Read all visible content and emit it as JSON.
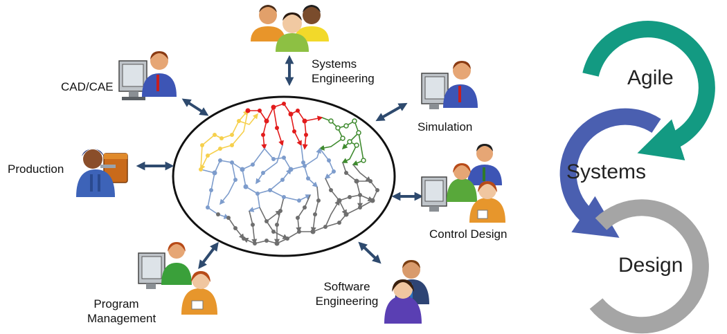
{
  "stakeholders": {
    "systems_engineering": [
      "Systems",
      "Engineering"
    ],
    "cad_cae": "CAD/CAE",
    "simulation": "Simulation",
    "production": "Production",
    "control_design": "Control Design",
    "program_management": [
      "Program",
      "Management"
    ],
    "software_engineering": [
      "Software",
      "Engineering"
    ]
  },
  "cycle": {
    "agile": "Agile",
    "systems": "Systems",
    "design": "Design",
    "colors": {
      "agile": "#139a82",
      "systems": "#4a5fb0",
      "design": "#a5a5a5"
    }
  },
  "network_colors": {
    "yellow": "#f6d04d",
    "red": "#e21b1b",
    "green": "#3e8a2e",
    "blue": "#7d9ccc",
    "gray": "#6e6e6e"
  },
  "connector_color": "#2e4a6e"
}
